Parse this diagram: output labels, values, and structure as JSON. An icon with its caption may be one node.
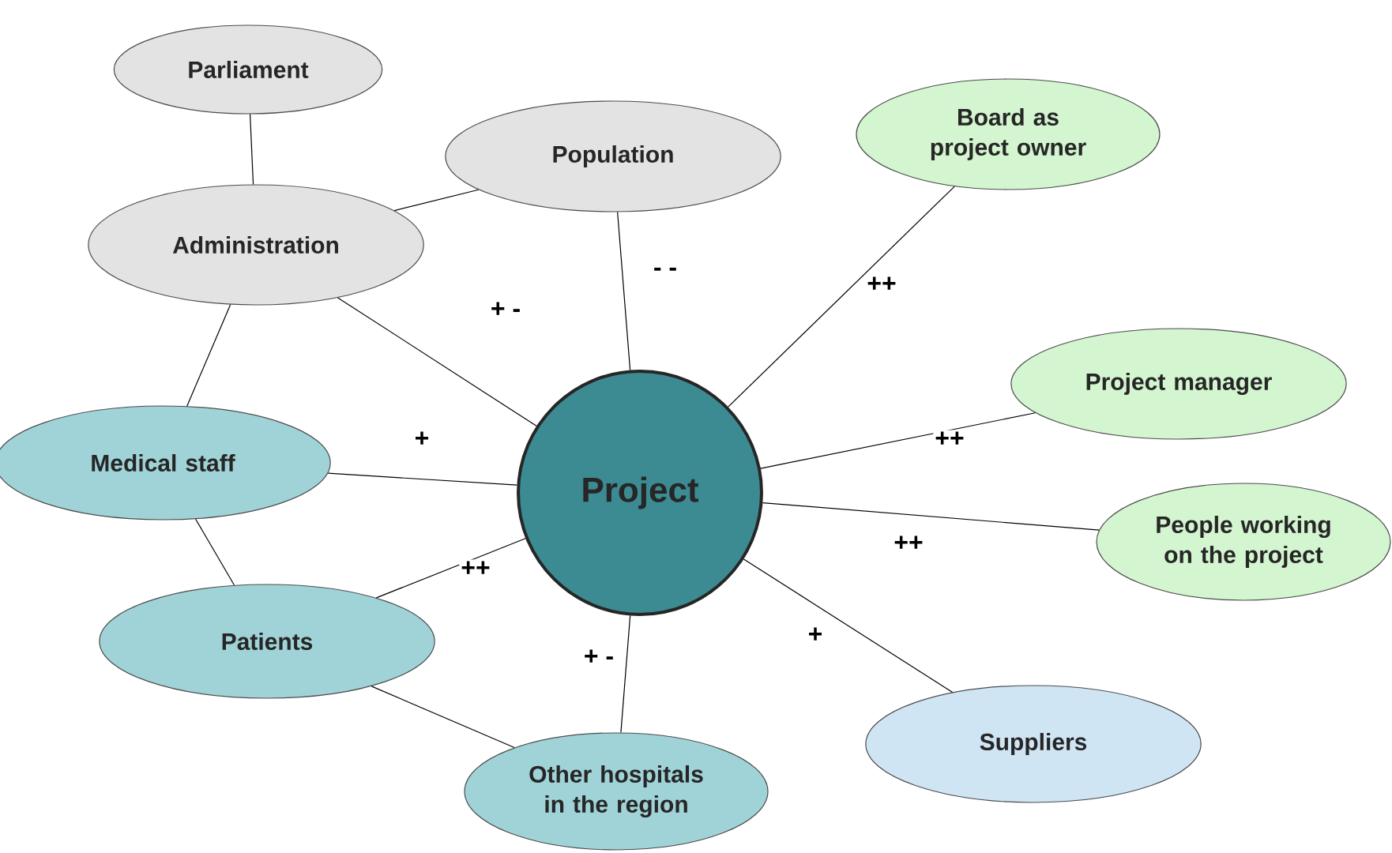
{
  "diagram": {
    "nodes": [
      {
        "text": [
          "Project"
        ]
      },
      {
        "text": [
          "Parliament"
        ]
      },
      {
        "text": [
          "Population"
        ]
      },
      {
        "text": [
          "Administration"
        ]
      },
      {
        "text": [
          "Board as project owner"
        ]
      },
      {
        "text": [
          "Project manager"
        ]
      },
      {
        "text": [
          "People working on the project"
        ]
      },
      {
        "text": [
          "Medical staff"
        ]
      },
      {
        "text": [
          "Patients"
        ]
      },
      {
        "text": [
          "Other hospitals in the region"
        ]
      },
      {
        "text": [
          "Suppliers"
        ]
      }
    ],
    "edges": [
      {
        "from": 1,
        "to": 3,
        "arrow": "none"
      },
      {
        "from": 3,
        "to": 2,
        "arrow": "none"
      },
      {
        "from": 3,
        "to": 7,
        "arrow": "none"
      },
      {
        "from": 7,
        "to": 8,
        "arrow": "none"
      },
      {
        "from": 8,
        "to": 9,
        "arrow": "none"
      },
      {
        "from": 3,
        "to": 0,
        "arrow": "none",
        "label": "+ -"
      },
      {
        "from": 2,
        "to": 0,
        "arrow": "none",
        "label": "- -"
      },
      {
        "from": 4,
        "to": 0,
        "arrow": "none",
        "label": "++"
      },
      {
        "from": 5,
        "to": 0,
        "arrow": "none",
        "label": "++"
      },
      {
        "from": 6,
        "to": 0,
        "arrow": "none",
        "label": "++"
      },
      {
        "from": 7,
        "to": 0,
        "arrow": "none",
        "label": "+"
      },
      {
        "from": 8,
        "to": 0,
        "arrow": "none",
        "label": "++"
      },
      {
        "from": 9,
        "to": 0,
        "arrow": "none",
        "label": "+ -"
      },
      {
        "from": 10,
        "to": 0,
        "arrow": "none",
        "label": "+"
      }
    ]
  }
}
